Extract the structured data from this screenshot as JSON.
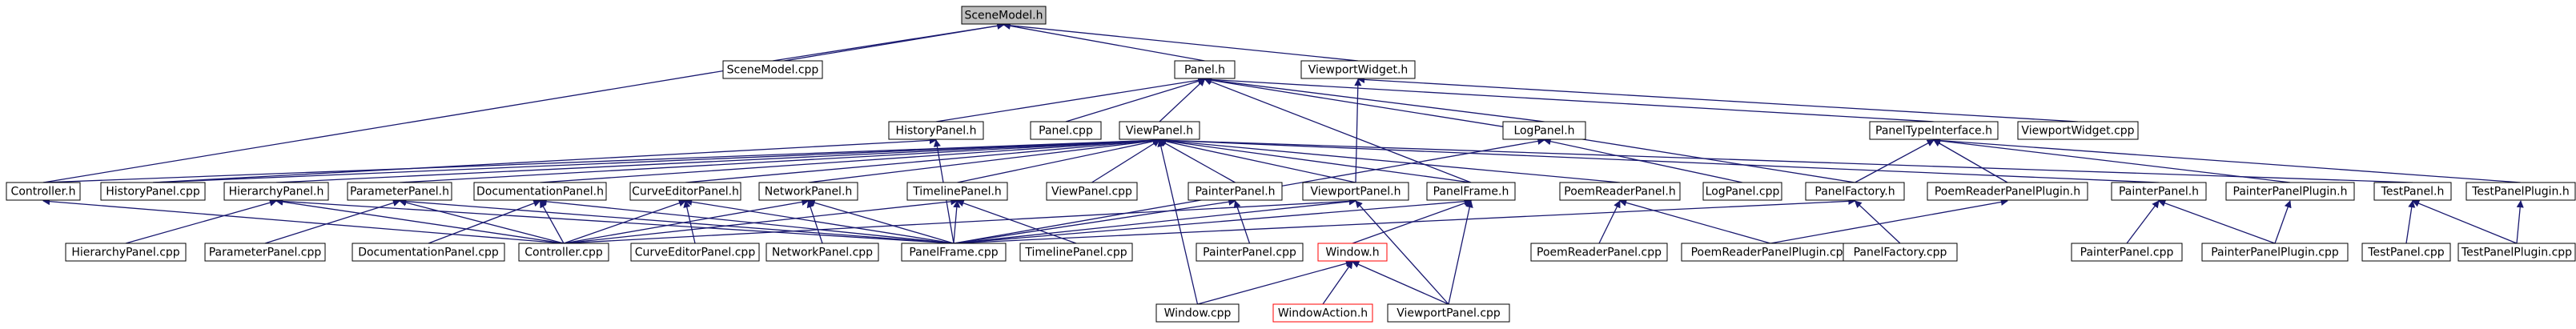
{
  "graph_data": {
    "root": "SceneModel.h",
    "nodes": [
      {
        "id": "scenemodel_h",
        "label": "SceneModel.h",
        "style": "root"
      },
      {
        "id": "scenemodel_cpp",
        "label": "SceneModel.cpp"
      },
      {
        "id": "panel_h",
        "label": "Panel.h"
      },
      {
        "id": "viewportwidget_h",
        "label": "ViewportWidget.h"
      },
      {
        "id": "historypanel_h",
        "label": "HistoryPanel.h"
      },
      {
        "id": "panel_cpp",
        "label": "Panel.cpp"
      },
      {
        "id": "viewpanel_h",
        "label": "ViewPanel.h"
      },
      {
        "id": "logpanel_h",
        "label": "LogPanel.h"
      },
      {
        "id": "paneltypeinterface_h",
        "label": "PanelTypeInterface.h"
      },
      {
        "id": "viewportwidget_cpp",
        "label": "ViewportWidget.cpp"
      },
      {
        "id": "controller_h",
        "label": "Controller.h"
      },
      {
        "id": "historypanel_cpp",
        "label": "HistoryPanel.cpp"
      },
      {
        "id": "hierarchypanel_h",
        "label": "HierarchyPanel.h"
      },
      {
        "id": "parameterpanel_h",
        "label": "ParameterPanel.h"
      },
      {
        "id": "documentationpanel_h",
        "label": "DocumentationPanel.h"
      },
      {
        "id": "curveeditorpanel_h",
        "label": "CurveEditorPanel.h"
      },
      {
        "id": "networkpanel_h",
        "label": "NetworkPanel.h"
      },
      {
        "id": "timelinepanel_h",
        "label": "TimelinePanel.h"
      },
      {
        "id": "viewpanel_cpp",
        "label": "ViewPanel.cpp"
      },
      {
        "id": "painterpanel_h_a",
        "label": "PainterPanel.h"
      },
      {
        "id": "viewportpanel_h",
        "label": "ViewportPanel.h"
      },
      {
        "id": "panelframe_h",
        "label": "PanelFrame.h"
      },
      {
        "id": "poemreaderpanel_h",
        "label": "PoemReaderPanel.h"
      },
      {
        "id": "logpanel_cpp",
        "label": "LogPanel.cpp"
      },
      {
        "id": "panelfactory_h",
        "label": "PanelFactory.h"
      },
      {
        "id": "poemreaderpanelplugin_h",
        "label": "PoemReaderPanelPlugin.h"
      },
      {
        "id": "painterpanel_h_b",
        "label": "PainterPanel.h"
      },
      {
        "id": "painterpanelplugin_h",
        "label": "PainterPanelPlugin.h"
      },
      {
        "id": "testpanel_h",
        "label": "TestPanel.h"
      },
      {
        "id": "testpanelplugin_h",
        "label": "TestPanelPlugin.h"
      },
      {
        "id": "hierarchypanel_cpp",
        "label": "HierarchyPanel.cpp"
      },
      {
        "id": "parameterpanel_cpp",
        "label": "ParameterPanel.cpp"
      },
      {
        "id": "documentationpanel_cpp",
        "label": "DocumentationPanel.cpp"
      },
      {
        "id": "controller_cpp",
        "label": "Controller.cpp"
      },
      {
        "id": "curveeditorpanel_cpp",
        "label": "CurveEditorPanel.cpp"
      },
      {
        "id": "networkpanel_cpp",
        "label": "NetworkPanel.cpp"
      },
      {
        "id": "panelframe_cpp",
        "label": "PanelFrame.cpp"
      },
      {
        "id": "timelinepanel_cpp",
        "label": "TimelinePanel.cpp"
      },
      {
        "id": "painterpanel_cpp_a",
        "label": "PainterPanel.cpp"
      },
      {
        "id": "window_h",
        "label": "Window.h",
        "style": "red"
      },
      {
        "id": "poemreaderpanel_cpp",
        "label": "PoemReaderPanel.cpp"
      },
      {
        "id": "poemreaderpanelplugin_cpp",
        "label": "PoemReaderPanelPlugin.cpp"
      },
      {
        "id": "panelfactory_cpp",
        "label": "PanelFactory.cpp"
      },
      {
        "id": "painterpanel_cpp_b",
        "label": "PainterPanel.cpp"
      },
      {
        "id": "painterpanelplugin_cpp",
        "label": "PainterPanelPlugin.cpp"
      },
      {
        "id": "testpanel_cpp",
        "label": "TestPanel.cpp"
      },
      {
        "id": "testpanelplugin_cpp",
        "label": "TestPanelPlugin.cpp"
      },
      {
        "id": "window_cpp",
        "label": "Window.cpp"
      },
      {
        "id": "windowaction_h",
        "label": "WindowAction.h",
        "style": "red"
      },
      {
        "id": "viewportpanel_cpp",
        "label": "ViewportPanel.cpp"
      }
    ],
    "edges": [
      [
        "scenemodel_h",
        "scenemodel_cpp"
      ],
      [
        "scenemodel_h",
        "panel_h"
      ],
      [
        "scenemodel_h",
        "viewportwidget_h"
      ],
      [
        "scenemodel_h",
        "controller_h"
      ],
      [
        "panel_h",
        "historypanel_h"
      ],
      [
        "panel_h",
        "panel_cpp"
      ],
      [
        "panel_h",
        "viewpanel_h"
      ],
      [
        "panel_h",
        "logpanel_h"
      ],
      [
        "panel_h",
        "paneltypeinterface_h"
      ],
      [
        "panel_h",
        "panelframe_h"
      ],
      [
        "panel_h",
        "panelfactory_h"
      ],
      [
        "viewportwidget_h",
        "viewportwidget_cpp"
      ],
      [
        "viewportwidget_h",
        "viewportpanel_h"
      ],
      [
        "historypanel_h",
        "historypanel_cpp"
      ],
      [
        "historypanel_h",
        "panelframe_cpp"
      ],
      [
        "viewpanel_h",
        "controller_h"
      ],
      [
        "viewpanel_h",
        "historypanel_cpp"
      ],
      [
        "viewpanel_h",
        "hierarchypanel_h"
      ],
      [
        "viewpanel_h",
        "parameterpanel_h"
      ],
      [
        "viewpanel_h",
        "documentationpanel_h"
      ],
      [
        "viewpanel_h",
        "curveeditorpanel_h"
      ],
      [
        "viewpanel_h",
        "networkpanel_h"
      ],
      [
        "viewpanel_h",
        "timelinepanel_h"
      ],
      [
        "viewpanel_h",
        "viewpanel_cpp"
      ],
      [
        "viewpanel_h",
        "painterpanel_h_a"
      ],
      [
        "viewpanel_h",
        "viewportpanel_h"
      ],
      [
        "viewpanel_h",
        "panelframe_h"
      ],
      [
        "viewpanel_h",
        "poemreaderpanel_h"
      ],
      [
        "viewpanel_h",
        "painterpanel_h_b"
      ],
      [
        "viewpanel_h",
        "testpanel_h"
      ],
      [
        "viewpanel_h",
        "window_cpp"
      ],
      [
        "logpanel_h",
        "logpanel_cpp"
      ],
      [
        "logpanel_h",
        "panelframe_cpp"
      ],
      [
        "paneltypeinterface_h",
        "panelfactory_h"
      ],
      [
        "paneltypeinterface_h",
        "poemreaderpanelplugin_h"
      ],
      [
        "paneltypeinterface_h",
        "painterpanelplugin_h"
      ],
      [
        "paneltypeinterface_h",
        "testpanelplugin_h"
      ],
      [
        "controller_h",
        "controller_cpp"
      ],
      [
        "hierarchypanel_h",
        "hierarchypanel_cpp"
      ],
      [
        "hierarchypanel_h",
        "controller_cpp"
      ],
      [
        "hierarchypanel_h",
        "panelframe_cpp"
      ],
      [
        "parameterpanel_h",
        "parameterpanel_cpp"
      ],
      [
        "parameterpanel_h",
        "controller_cpp"
      ],
      [
        "parameterpanel_h",
        "panelframe_cpp"
      ],
      [
        "documentationpanel_h",
        "documentationpanel_cpp"
      ],
      [
        "documentationpanel_h",
        "controller_cpp"
      ],
      [
        "documentationpanel_h",
        "panelframe_cpp"
      ],
      [
        "curveeditorpanel_h",
        "curveeditorpanel_cpp"
      ],
      [
        "curveeditorpanel_h",
        "controller_cpp"
      ],
      [
        "curveeditorpanel_h",
        "panelframe_cpp"
      ],
      [
        "networkpanel_h",
        "networkpanel_cpp"
      ],
      [
        "networkpanel_h",
        "controller_cpp"
      ],
      [
        "networkpanel_h",
        "panelframe_cpp"
      ],
      [
        "timelinepanel_h",
        "timelinepanel_cpp"
      ],
      [
        "timelinepanel_h",
        "controller_cpp"
      ],
      [
        "timelinepanel_h",
        "panelframe_cpp"
      ],
      [
        "painterpanel_h_a",
        "painterpanel_cpp_a"
      ],
      [
        "painterpanel_h_a",
        "panelframe_cpp"
      ],
      [
        "viewportpanel_h",
        "viewportpanel_cpp"
      ],
      [
        "viewportpanel_h",
        "panelframe_cpp"
      ],
      [
        "viewportpanel_h",
        "controller_cpp"
      ],
      [
        "panelframe_h",
        "panelframe_cpp"
      ],
      [
        "panelframe_h",
        "window_h"
      ],
      [
        "panelframe_h",
        "viewportpanel_cpp"
      ],
      [
        "poemreaderpanel_h",
        "poemreaderpanel_cpp"
      ],
      [
        "poemreaderpanel_h",
        "poemreaderpanelplugin_cpp"
      ],
      [
        "panelfactory_h",
        "panelframe_cpp"
      ],
      [
        "panelfactory_h",
        "panelfactory_cpp"
      ],
      [
        "poemreaderpanelplugin_h",
        "poemreaderpanelplugin_cpp"
      ],
      [
        "painterpanel_h_b",
        "painterpanel_cpp_b"
      ],
      [
        "painterpanel_h_b",
        "painterpanelplugin_cpp"
      ],
      [
        "painterpanelplugin_h",
        "painterpanelplugin_cpp"
      ],
      [
        "testpanel_h",
        "testpanel_cpp"
      ],
      [
        "testpanel_h",
        "testpanelplugin_cpp"
      ],
      [
        "testpanelplugin_h",
        "testpanelplugin_cpp"
      ],
      [
        "window_h",
        "window_cpp"
      ],
      [
        "window_h",
        "windowaction_h"
      ],
      [
        "window_h",
        "viewportpanel_cpp"
      ]
    ]
  }
}
